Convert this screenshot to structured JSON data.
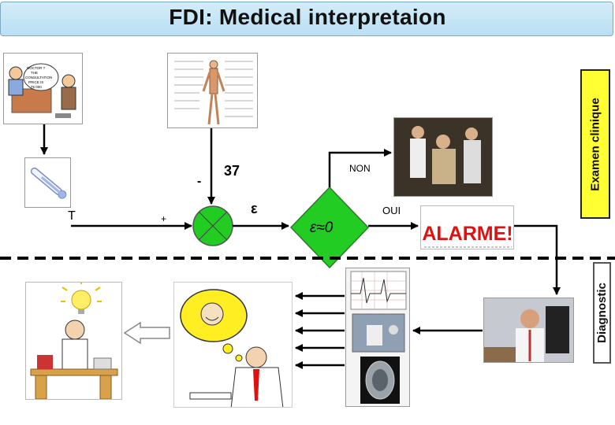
{
  "title": "FDI: Medical interpretaion",
  "labels": {
    "temperature_symbol": "T",
    "plus_sign": "+",
    "minus_sign": "-",
    "setpoint_value": "37",
    "error_symbol": "ε",
    "non_label": "NON",
    "oui_label": "OUI",
    "decision_text": "ε≈0",
    "alarm_text": "ALARME!",
    "examen_clinique": "Examen clinique",
    "diagnostic": "Diagnostic"
  },
  "comic": {
    "speech": [
      "DOCTOR ?",
      "THE",
      "CONSULTATION",
      "PRICE IS",
      "75 000"
    ]
  },
  "colors": {
    "decision_green": "#22cc22",
    "alarm_red": "#dd1111",
    "clinique_bg": "#ffff33",
    "diagnostic_bg": "#ffffff",
    "thought_yellow": "#ffee22",
    "tie_red": "#e01010"
  },
  "icons": {
    "thermometer": "thermometer-icon",
    "comparator": "summing-junction-icon",
    "lightbulb": "lightbulb-icon"
  }
}
